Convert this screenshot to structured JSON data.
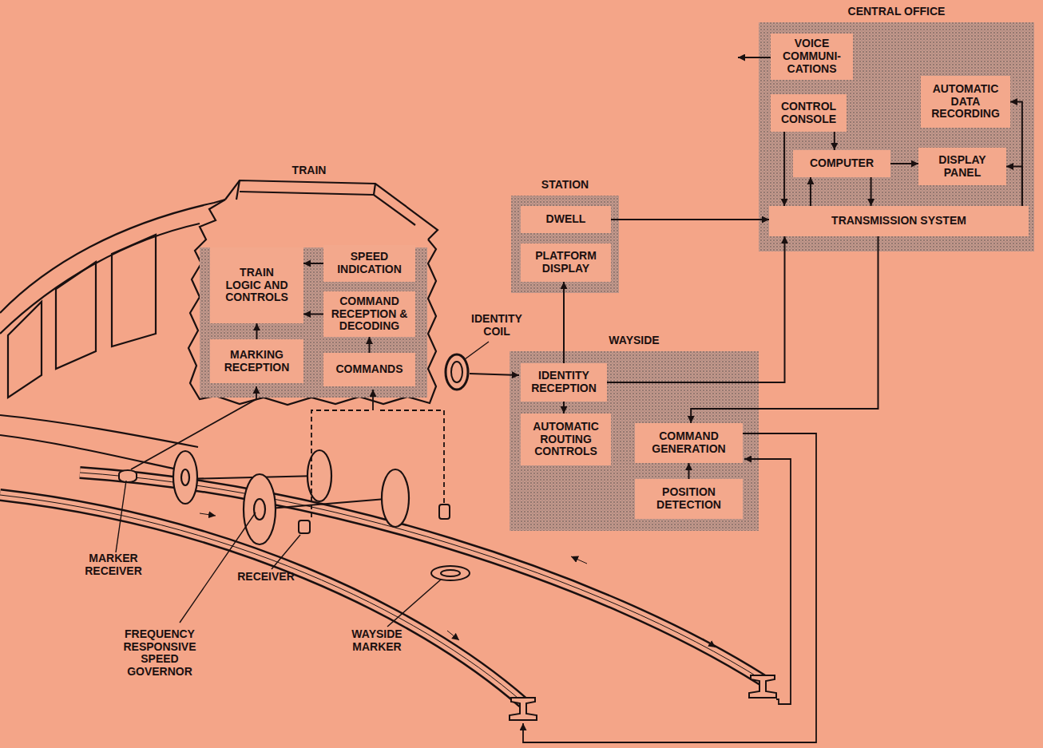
{
  "diagram": {
    "nodes": [
      {
        "text": [
          "CENTRAL OFFICE"
        ]
      },
      {
        "text": [
          "VOICE COMMUNI- CATIONS"
        ],
        "in": 0
      },
      {
        "text": [
          "AUTOMATIC DATA RECORDING"
        ],
        "in": 0
      },
      {
        "text": [
          "CONTROL CONSOLE"
        ],
        "in": 0
      },
      {
        "text": [
          "COMPUTER"
        ],
        "in": 0
      },
      {
        "text": [
          "DISPLAY PANEL"
        ],
        "in": 0
      },
      {
        "text": [
          "TRANSMISSION SYSTEM"
        ],
        "in": 0
      },
      {
        "text": [
          "STATION"
        ]
      },
      {
        "text": [
          "DWELL"
        ],
        "in": 7
      },
      {
        "text": [
          "PLATFORM DISPLAY"
        ],
        "in": 7
      },
      {
        "text": [
          "TRAIN LOGIC AND CONTROLS"
        ]
      },
      {
        "text": [
          "SPEED INDICATION"
        ]
      },
      {
        "text": [
          "COMMAND RECEPTION & DECODING"
        ]
      },
      {
        "text": [
          "MARKING RECEPTION"
        ]
      },
      {
        "text": [
          "COMMANDS"
        ]
      },
      {
        "text": [
          "WAYSIDE"
        ]
      },
      {
        "text": [
          "IDENTITY RECEPTION"
        ],
        "in": 15
      },
      {
        "text": [
          "AUTOMATIC ROUTING CONTROLS"
        ],
        "in": 15
      },
      {
        "text": [
          "COMMAND GENERATION"
        ],
        "in": 15
      },
      {
        "text": [
          "POSITION DETECTION"
        ],
        "in": 15
      }
    ],
    "edges": [
      {
        "from": 3,
        "to": 4,
        "arrow": "to"
      },
      {
        "from": 3,
        "to": 6,
        "arrow": "to"
      },
      {
        "from": 4,
        "to": 5,
        "arrow": "to"
      },
      {
        "from": 4,
        "to": 6,
        "arrow": "to"
      },
      {
        "from": 6,
        "to": 4,
        "arrow": "to"
      },
      {
        "from": 6,
        "to": 5,
        "arrow": "to"
      },
      {
        "from": 6,
        "to": 2,
        "arrow": "to"
      },
      {
        "from": 8,
        "to": 6,
        "arrow": "to"
      },
      {
        "from": 16,
        "to": 6,
        "arrow": "to"
      },
      {
        "from": 6,
        "to": 18,
        "arrow": "to"
      },
      {
        "from": 16,
        "to": 9,
        "arrow": "to"
      },
      {
        "from": 16,
        "to": 17,
        "arrow": "to"
      },
      {
        "from": 19,
        "to": 18,
        "arrow": "to"
      },
      {
        "from": 11,
        "to": 10,
        "arrow": "to"
      },
      {
        "from": 12,
        "to": 10,
        "arrow": "to"
      },
      {
        "from": 14,
        "to": 12,
        "arrow": "to"
      },
      {
        "from": 13,
        "to": 10,
        "arrow": "to"
      }
    ],
    "labels": [
      "TRAIN",
      "IDENTITY COIL",
      "MARKER RECEIVER",
      "RECEIVER",
      "FREQUENCY RESPONSIVE SPEED GOVERNOR",
      "WAYSIDE MARKER"
    ]
  }
}
